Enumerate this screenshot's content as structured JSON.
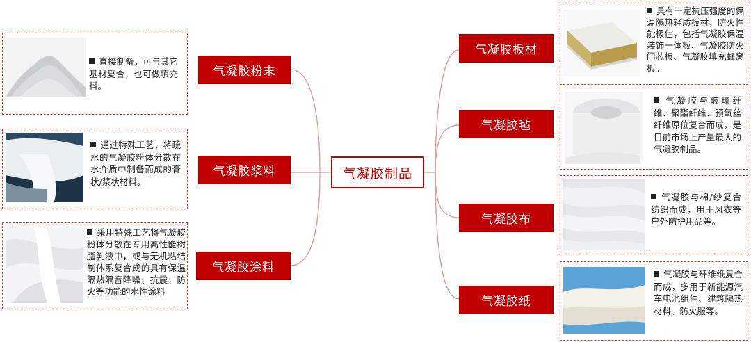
{
  "center": {
    "label": "气凝胶制品"
  },
  "left": [
    {
      "id": "powder",
      "label": "气凝胶粉末",
      "desc": "直接制备，可与其它基材复合，也可做填充料。"
    },
    {
      "id": "slurry",
      "label": "气凝胶浆料",
      "desc": "通过特殊工艺，将疏水的气凝胶粉体分散在水介质中制备而成的膏状/浆状材料。"
    },
    {
      "id": "coating",
      "label": "气凝胶涂料",
      "desc": "采用特殊工艺将气凝胶粉体分散在专用高性能树脂乳液中，或与无机粘结制体系复合成的具有保温隔热隔音降噪、抗震、防火等功能的水性涂料"
    }
  ],
  "right": [
    {
      "id": "board",
      "label": "气凝胶板材",
      "desc": "具有一定抗压强度的保温隔热轻质板材，防火性能极佳，包括气凝胶保温装饰一体板、气凝胶防火门芯板、气凝胶填充蜂窝板。"
    },
    {
      "id": "felt",
      "label": "气凝胶毡",
      "desc": "气凝胶与玻璃纤维、聚酯纤维、预氧丝纤维原位复合而成，是目前市场上产量最大的气凝胶制品。"
    },
    {
      "id": "cloth",
      "label": "气凝胶布",
      "desc": "气凝胶与棉/纱复合纺织而成，用于风衣等户外防护用品等。"
    },
    {
      "id": "paper",
      "label": "气凝胶纸",
      "desc": "气凝胶与纤维纸复合而成，多用于新能源汽车电池组件、建筑隔热材料、防火服等。"
    }
  ],
  "colors": {
    "accent": "#c00000",
    "dash": "#c0392b",
    "line": "#d9a0a0"
  }
}
